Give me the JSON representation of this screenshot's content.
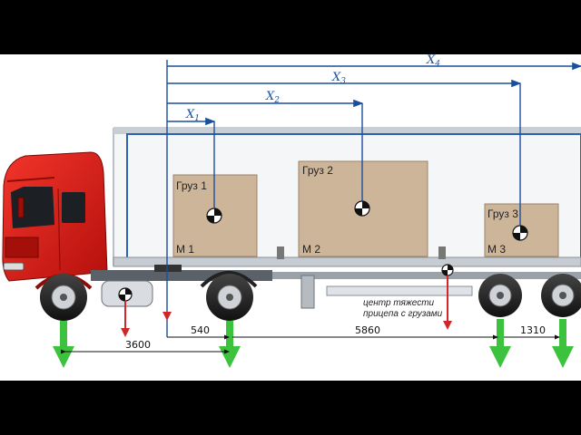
{
  "diagram": {
    "dimensions_x": [
      {
        "id": "x1",
        "base": "X",
        "sub": "1"
      },
      {
        "id": "x2",
        "base": "X",
        "sub": "2"
      },
      {
        "id": "x3",
        "base": "X",
        "sub": "3"
      },
      {
        "id": "x4",
        "base": "X",
        "sub": "4"
      }
    ],
    "cargo": [
      {
        "name": "Груз 1",
        "mass": "M 1"
      },
      {
        "name": "Груз 2",
        "mass": "M 2"
      },
      {
        "name": "Груз 3",
        "mass": "M 3"
      }
    ],
    "distances": {
      "d_3600": "3600",
      "d_540": "540",
      "d_5860": "5860",
      "d_1310": "1310"
    },
    "note_line1": "центр тяжести",
    "note_line2": "прицепа с грузами",
    "colors": {
      "blue": "#1a4f9c",
      "cab_red": "#d81a14",
      "cargo": "#cdb59a",
      "arrow_green": "#3cc23c",
      "arrow_red": "#d0282a"
    }
  }
}
